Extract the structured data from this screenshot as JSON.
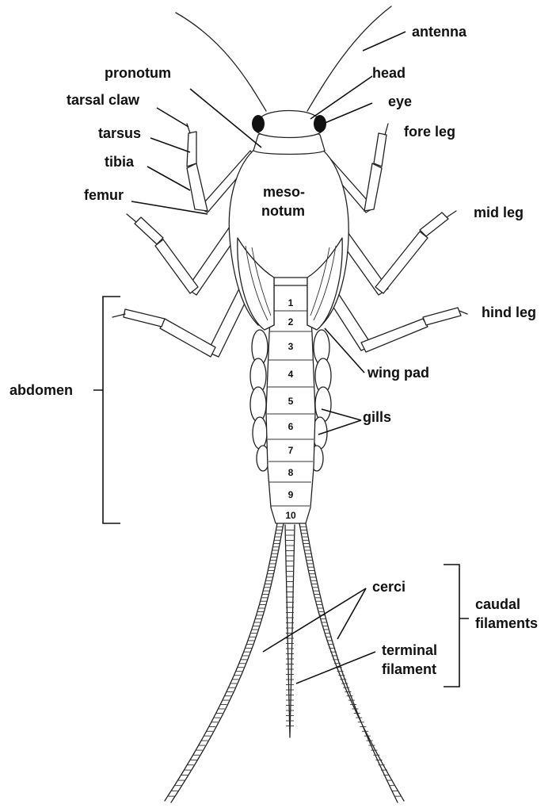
{
  "labels": {
    "antenna": "antenna",
    "pronotum": "pronotum",
    "head": "head",
    "tarsal_claw": "tarsal claw",
    "eye": "eye",
    "tarsus": "tarsus",
    "fore_leg": "fore leg",
    "tibia": "tibia",
    "mesonotum_line1": "meso-",
    "femur": "femur",
    "mesonotum_line2": "notum",
    "mid_leg": "mid leg",
    "hind_leg": "hind leg",
    "abdomen": "abdomen",
    "wing_pad": "wing pad",
    "gills": "gills",
    "cerci": "cerci",
    "caudal_line1": "caudal",
    "caudal_line2": "filaments",
    "terminal_line1": "terminal",
    "terminal_line2": "filament"
  },
  "segments": [
    "1",
    "2",
    "3",
    "4",
    "5",
    "6",
    "7",
    "8",
    "9",
    "10"
  ],
  "colors": {
    "ink": "#222222",
    "background": "#ffffff",
    "eye": "#111111"
  }
}
